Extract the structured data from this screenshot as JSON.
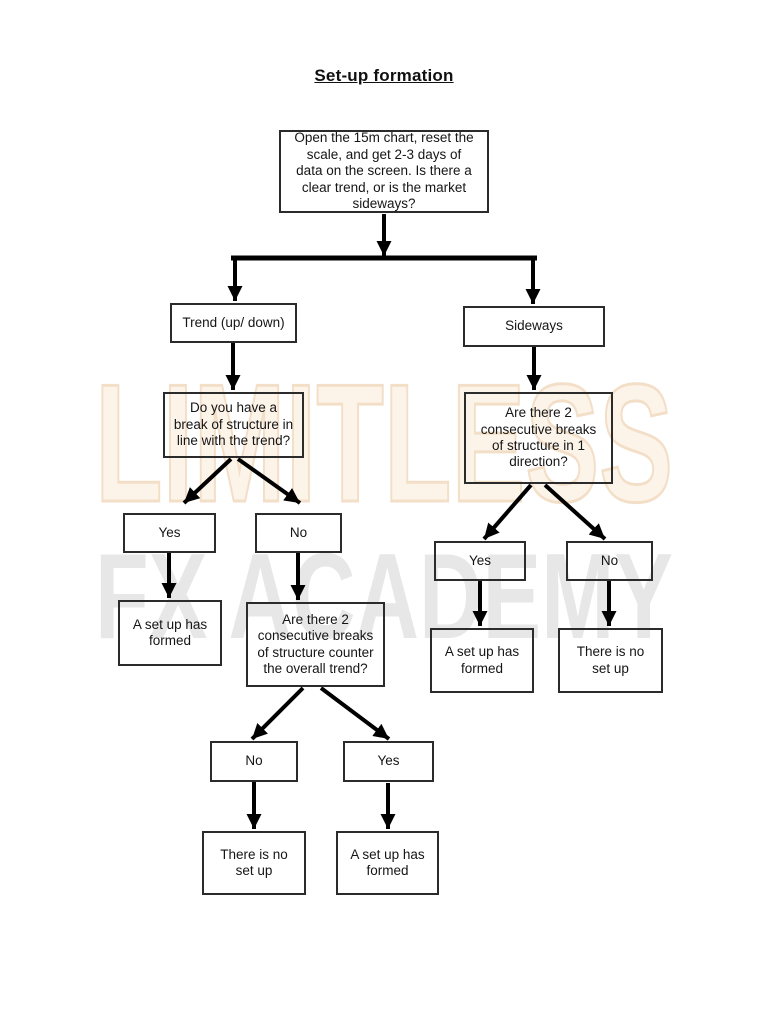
{
  "page": {
    "title": "Set-up formation",
    "background_color": "#ffffff",
    "line_color": "#000000",
    "box_border_color": "#2b2b2b"
  },
  "watermark": {
    "line1": "LIMITLESS",
    "line2": "FX ACADEMY",
    "line1_fill": "#fdf4e9",
    "line1_outline": "#f3dfc8",
    "line2_fill": "#e7e7e7"
  },
  "flowchart": {
    "nodes": {
      "start": {
        "text": "Open the 15m chart, reset the\nscale, and get 2-3 days of\ndata on the screen. Is there a\nclear trend, or is the market\nsideways?"
      },
      "trend": {
        "text": "Trend (up/ down)"
      },
      "sideways": {
        "text": "Sideways"
      },
      "break_structure": {
        "text": "Do you have a\nbreak of structure in\nline with the trend?"
      },
      "yes1": {
        "text": "Yes"
      },
      "no1": {
        "text": "No"
      },
      "setup1": {
        "text": "A set up has\nformed"
      },
      "counter_breaks": {
        "text": "Are there 2\nconsecutive breaks\nof structure counter\nthe overall trend?"
      },
      "no2": {
        "text": "No"
      },
      "yes2": {
        "text": "Yes"
      },
      "no_setup1": {
        "text": "There is no\nset up"
      },
      "setup2": {
        "text": "A set up has\nformed"
      },
      "direction_breaks": {
        "text": "Are there 2\nconsecutive breaks\nof structure in 1\ndirection?"
      },
      "yes3": {
        "text": "Yes"
      },
      "no3": {
        "text": "No"
      },
      "setup3": {
        "text": "A set up has\nformed"
      },
      "no_setup2": {
        "text": "There is no\nset up"
      }
    }
  }
}
